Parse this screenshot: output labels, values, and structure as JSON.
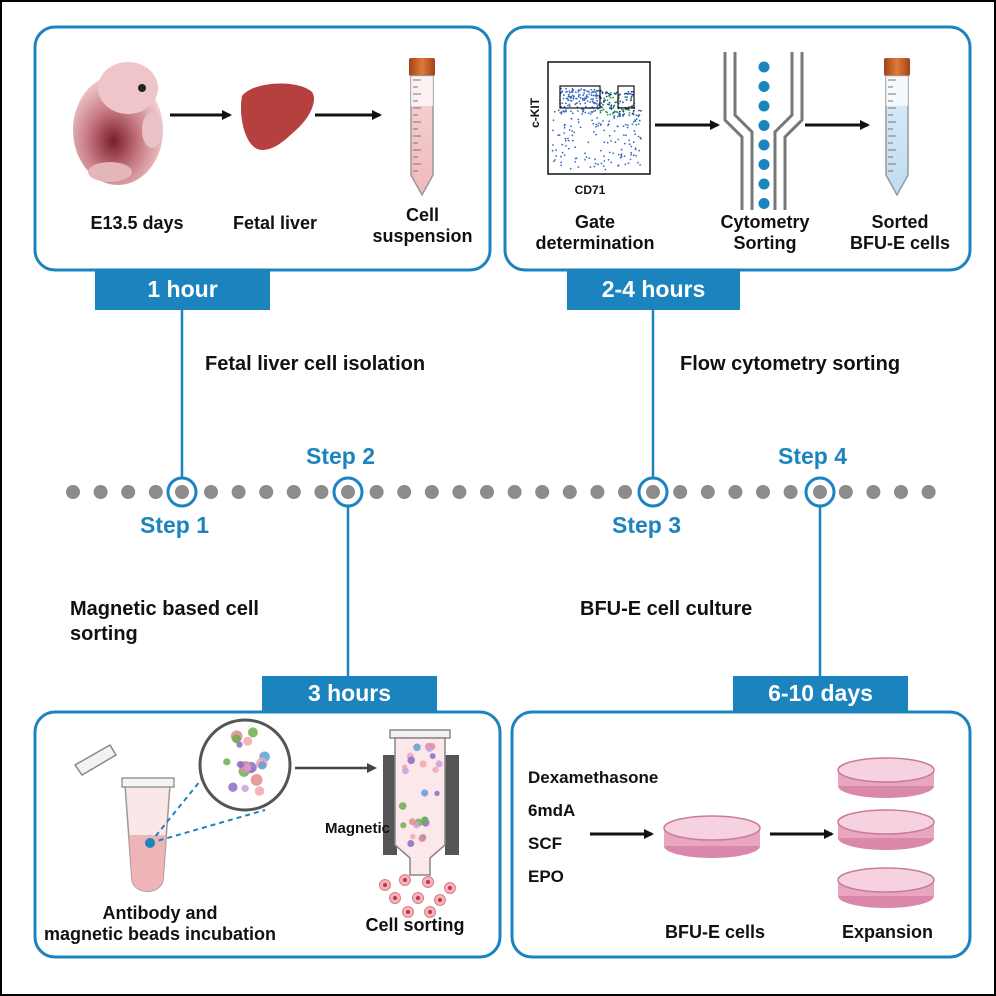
{
  "steps": {
    "step1": "Step 1",
    "step2": "Step 2",
    "step3": "Step 3",
    "step4": "Step 4"
  },
  "phases": {
    "isolation": "Fetal liver cell isolation",
    "flow": "Flow cytometry sorting",
    "magnetic": "Magnetic based cell\nsorting",
    "culture": "BFU-E cell culture"
  },
  "times": {
    "t1": "1 hour",
    "t2": "2-4 hours",
    "t3": "3 hours",
    "t4": "6-10 days"
  },
  "box1": {
    "embryo": "E13.5 days",
    "liver": "Fetal liver",
    "suspension": "Cell\nsuspension"
  },
  "box2": {
    "gate": "Gate\ndetermination",
    "cytometry": "Cytometry\nSorting",
    "sorted": "Sorted\nBFU-E cells",
    "ylabel": "c-KIT",
    "xlabel": "CD71"
  },
  "box3": {
    "incubation": "Antibody and\nmagnetic beads incubation",
    "magnetic": "Magnetic",
    "sorting": "Cell sorting"
  },
  "box4": {
    "reagents": [
      "Dexamethasone",
      "6mdA",
      "SCF",
      "EPO"
    ],
    "bfue": "BFU-E cells",
    "expansion": "Expansion"
  },
  "colors": {
    "accent": "#1b84bf",
    "dots": "#8c8c8c",
    "liver": "#b5403e",
    "dish": "#e8a6c1"
  }
}
